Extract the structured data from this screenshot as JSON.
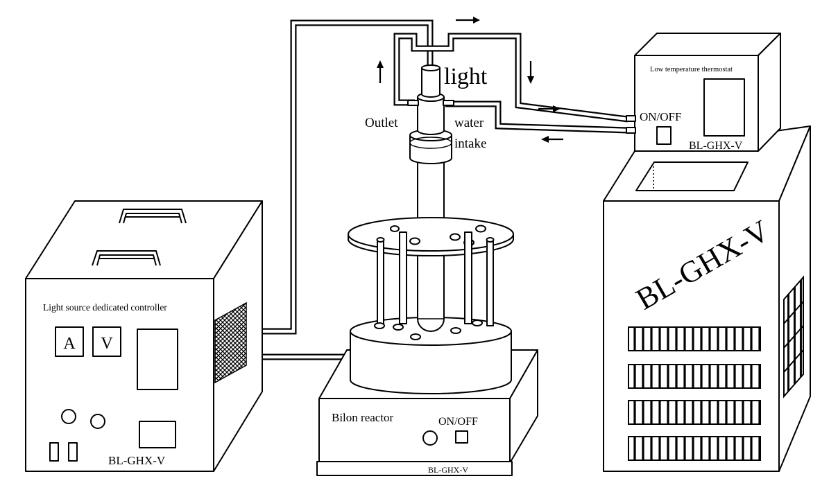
{
  "labels": {
    "light": "light",
    "outlet": "Outlet",
    "water": "water",
    "intake": "intake",
    "thermostat_title": "Low temperature thermostat",
    "thermostat_onoff": "ON/OFF",
    "thermostat_model": "BL-GHX-V",
    "chiller_model": "BL-GHX-V",
    "controller_title": "Light source dedicated controller",
    "meter_a": "A",
    "meter_v": "V",
    "controller_model": "BL-GHX-V",
    "reactor_title": "Bilon reactor",
    "reactor_onoff": "ON/OFF",
    "reactor_model": "BL-GHX-V"
  },
  "colors": {
    "line": "#000000",
    "background": "#ffffff"
  }
}
